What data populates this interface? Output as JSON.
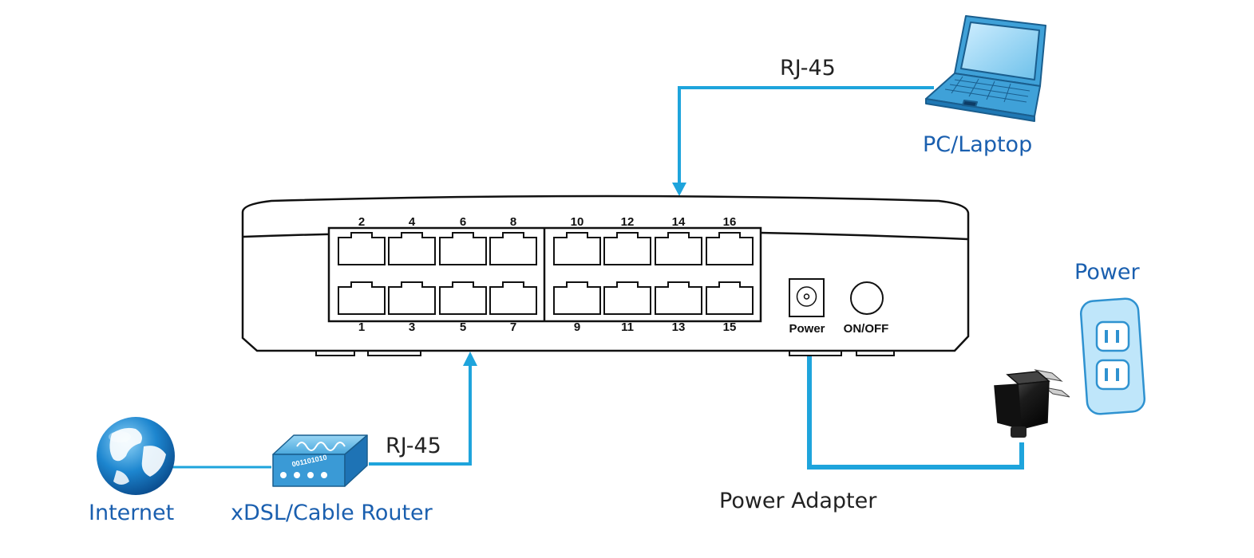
{
  "labels": {
    "rj45_top": "RJ-45",
    "rj45_bottom": "RJ-45",
    "pc_laptop": "PC/Laptop",
    "power": "Power",
    "internet": "Internet",
    "router": "xDSL/Cable Router",
    "power_adapter": "Power Adapter"
  },
  "switch": {
    "ports_top": [
      "2",
      "4",
      "6",
      "8",
      "10",
      "12",
      "14",
      "16"
    ],
    "ports_bottom": [
      "1",
      "3",
      "5",
      "7",
      "9",
      "11",
      "13",
      "15"
    ],
    "power_jack_label": "Power",
    "onoff_label": "ON/OFF"
  },
  "router_code": "001101010",
  "colors": {
    "cable": "#1ea4dc",
    "label_blue": "#1a5faf",
    "outline": "#111111",
    "device_blue": "#3fa1d8"
  },
  "icons": [
    "globe-icon",
    "router-icon",
    "laptop-icon",
    "power-plug-icon",
    "wall-outlet-icon",
    "arrow-up-icon",
    "arrow-down-icon"
  ]
}
